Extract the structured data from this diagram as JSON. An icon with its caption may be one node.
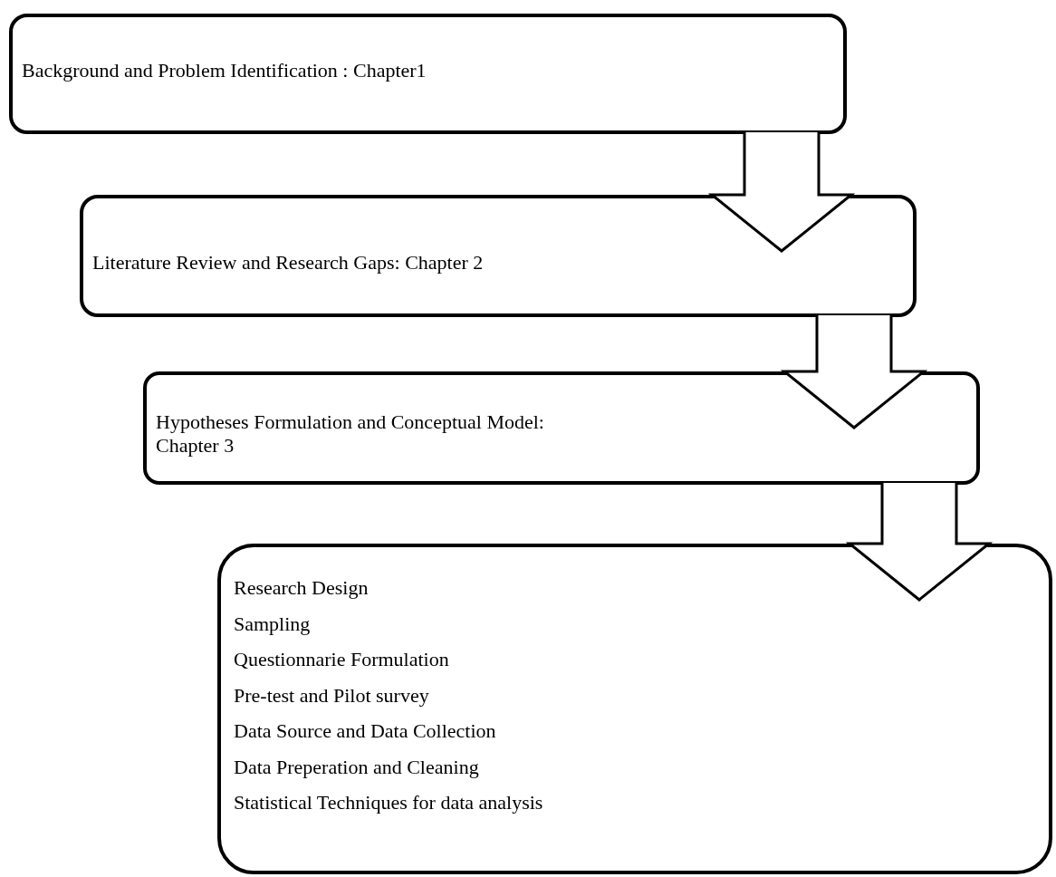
{
  "diagram": {
    "nodes": [
      {
        "text": [
          "Background and Problem Identification : Chapter1"
        ]
      },
      {
        "text": [
          "Literature Review and Research Gaps: Chapter 2"
        ]
      },
      {
        "text": [
          "Hypotheses Formulation and Conceptual Model: Chapter 3"
        ]
      },
      {
        "text": [
          "Research Design",
          "Sampling",
          "Questionnarie Formulation",
          "Pre-test and Pilot survey",
          "Data Source and Data Collection",
          "Data Preperation and Cleaning",
          "Statistical Techniques for data analysis"
        ]
      }
    ],
    "edges": [
      {
        "from": 0,
        "to": 1,
        "arrow": "to"
      },
      {
        "from": 1,
        "to": 2,
        "arrow": "to"
      },
      {
        "from": 2,
        "to": 3,
        "arrow": "to"
      }
    ]
  }
}
